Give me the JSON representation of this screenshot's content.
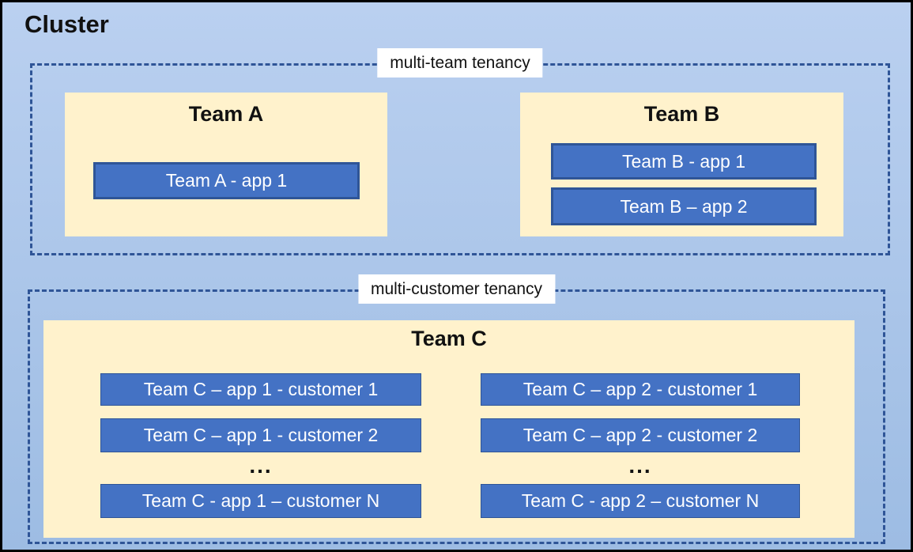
{
  "title": "Cluster",
  "sections": [
    {
      "label": "multi-team tenancy",
      "teams": [
        {
          "name": "Team A",
          "apps": [
            "Team A - app 1"
          ]
        },
        {
          "name": "Team B",
          "apps": [
            "Team B - app 1",
            "Team B – app 2"
          ]
        }
      ]
    },
    {
      "label": "multi-customer tenancy",
      "teams": [
        {
          "name": "Team C",
          "columns": [
            {
              "apps": [
                "Team C – app 1 - customer 1",
                "Team C – app 1 - customer 2"
              ],
              "ellipsis": "...",
              "last": "Team C - app 1 – customer N"
            },
            {
              "apps": [
                "Team C – app 2 - customer 1",
                "Team C – app 2 - customer 2"
              ],
              "ellipsis": "...",
              "last": "Team C - app 2 – customer N"
            }
          ]
        }
      ]
    }
  ],
  "colors": {
    "canvas_bg_top": "#bad0f0",
    "canvas_bg_bottom": "#9dbce3",
    "panel_bg": "#fff2cc",
    "app_fill": "#4472c4",
    "app_border": "#2f5597",
    "dashed_border": "#2f5597",
    "label_bg": "#ffffff",
    "outer_border": "#000000",
    "app_text": "#ffffff",
    "title_text": "#111111"
  }
}
